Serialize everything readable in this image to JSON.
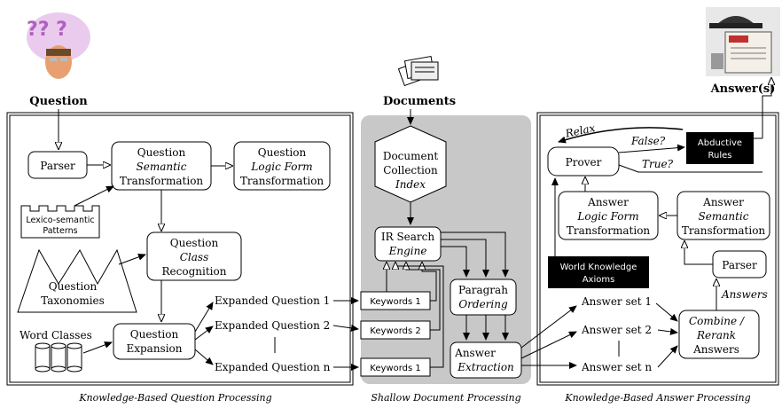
{
  "top": {
    "question_label": "Question",
    "documents_label": "Documents",
    "answers_label": "Answer(s)",
    "question_marks": "?? ?",
    "doc_icon": "documents-icon",
    "question_icon": "thinking-face-icon",
    "answer_icon": "reading-man-icon"
  },
  "panel1": {
    "caption": "Knowledge-Based Question Processing",
    "parser": "Parser",
    "qst_1": "Question",
    "qst_2": "Semantic",
    "qst_3": "Transformation",
    "qlf_1": "Question",
    "qlf_2": "Logic Form",
    "qlf_3": "Transformation",
    "lexico_1": "Lexico-semantic",
    "lexico_2": "Patterns",
    "qcr_1": "Question",
    "qcr_2": "Class",
    "qcr_3": "Recognition",
    "taxo_1": "Question",
    "taxo_2": "Taxonomies",
    "word_classes": "Word Classes",
    "qexp_1": "Question",
    "qexp_2": "Expansion",
    "eq1": "Expanded Question 1",
    "eq2": "Expanded Question 2",
    "eqn": "Expanded Question n"
  },
  "panel2": {
    "caption": "Shallow Document Processing",
    "dci_1": "Document",
    "dci_2": "Collection",
    "dci_3": "Index",
    "ir_1": "IR Search",
    "ir_2": "Engine",
    "kw1": "Keywords 1",
    "kw2": "Keywords 2",
    "kw3": "Keywords 1",
    "po_1": "Paragrah",
    "po_2": "Ordering",
    "ae_1": "Answer",
    "ae_2": "Extraction"
  },
  "panel3": {
    "caption": "Knowledge-Based Answer Processing",
    "relax": "Relax",
    "prover": "Prover",
    "false": "False?",
    "true": "True?",
    "abd_1": "Abductive",
    "abd_2": "Rules",
    "alf_1": "Answer",
    "alf_2": "Logic Form",
    "alf_3": "Transformation",
    "ast_1": "Answer",
    "ast_2": "Semantic",
    "ast_3": "Transformation",
    "parser": "Parser",
    "answers": "Answers",
    "wk_1": "World Knowledge",
    "wk_2": "Axioms",
    "as1": "Answer set 1",
    "as2": "Answer set 2",
    "asn": "Answer set n",
    "cr_1": "Combine /",
    "cr_2": "Rerank",
    "cr_3": "Answers"
  },
  "colors": {
    "shaded_panel": "#c8c8c8",
    "black_box": "#000000",
    "stroke": "#000000"
  }
}
